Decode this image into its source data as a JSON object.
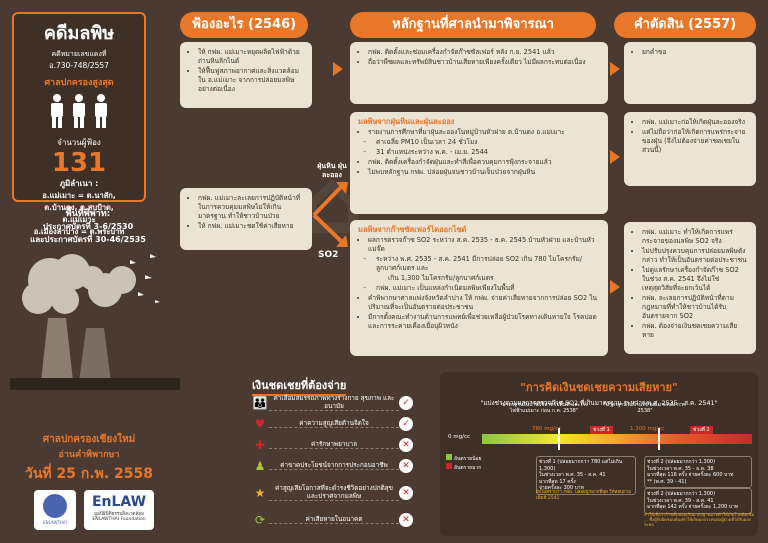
{
  "left_panel": {
    "title": "คดีมลพิษ",
    "case_no_label": "คดีหมายเลขแดงที่",
    "case_no": "อ.730-748/2557",
    "court": "ศาลปกครองสูงสุด",
    "plaintiffs_label": "จำนวนผู้ฟ้อง",
    "plaintiffs_count": "131",
    "location_label": "ภูมิลำเนา :",
    "location_lines": [
      "อ.แม่เมาะ = ต.นาสัก,",
      "ต.บ้านดง, ต.สบป้าด,",
      "ต.แม่เมาะ",
      "อ.เมืองลำปาง = ต.พระบาท"
    ],
    "area_label": "พื้นที่พิพาท:",
    "area_lines": [
      "ประกาศบัตรที่ 3-6/2530",
      "และประกาศบัตรที่ 30-46/2535"
    ],
    "lower_court": "ศาลปกครองเชียงใหม่",
    "lower_court_sub": "อ่านคำพิพากษา",
    "date": "วันที่ 25 ก.พ. 2558",
    "logo1": "ENLAWTHAI",
    "logo2": "EnLAW",
    "logo2_sub": "มูลนิธินิติธรรมสิ่งแวดล้อม",
    "logo2_en": "ENLAWTHAI Foundation"
  },
  "headers": {
    "lawsuit": "ฟ้องอะไร (2546)",
    "evidence": "หลักฐานที่ศาลนำมาพิจารณา",
    "verdict": "คำตัดสิน (2557)"
  },
  "row1": {
    "lawsuit": [
      "ให้ กฟผ. แม่เมาะหยุดผลิตไฟฟ้าด้วยถ่านหินลิกไนต์",
      "ให้ฟื้นฟูสภาพอากาศและสิ่งแวดล้อมใน อ.แม่เมาะ จากการปล่อยมลพิษอย่างต่อเนื่อง"
    ],
    "evidence": [
      "กฟผ. ติดตั้งและซ่อมเครื่องกำจัดก๊าซซัลเฟอร์ หลัง ก.ย. 2541 แล้ว",
      "ถือว่าพืชผลและทรัพย์สินชาวบ้านเสียหายเพียงครั้งเดียว ไม่มีผลกระทบต่อเนื่อง"
    ],
    "verdict": [
      "ยกคำขอ"
    ]
  },
  "row2": {
    "lawsuit": [
      "กฟผ. แม่เมาะละเลยการปฏิบัติหน้าที่ในการควบคุมมลพิษไม่ให้เกินมาตรฐาน ทำให้ชาวบ้านป่วย",
      "ให้ กฟผ. แม่เมาะชดใช้ค่าเสียหาย"
    ],
    "dust_label": "ฝุ่นหิน ฝุ่นละออง",
    "dust_title": "มลพิษจากฝุ่นหินและฝุ่นละออง",
    "dust": [
      "รายงานการศึกษาที่มาฝุ่นละอองในหมู่บ้านหัวฝาย ต.บ้านดง อ.แม่เมาะ",
      "ค่าเฉลี่ย PM10 เป็นเวลา 24 ชั่วโมง",
      "31 ตำแหน่งระหว่าง พ.ค. - เม.ย. 2544",
      "กฟผ. ติดตั้งเครื่องกำจัดฝุ่นและทำสีเพื่อควบคุมการฟุ้งกระจายแล้ว",
      "ไม่พบหลักฐาน กฟผ. ปล่อยฝุ่นจนชาวบ้านเจ็บป่วยจากฝุ่นหิน"
    ],
    "dust_verdict": [
      "กฟผ. แม่เมาะก่อให้เกิดฝุ่นละอองจริง",
      "แต่ไม่ถือว่าก่อให้เกิดการแพร่กระจายของฝุ่น (จึงไม่ต้องจ่ายค่าชดเชยในส่วนนี้)"
    ],
    "so2_label": "SO2",
    "so2_title": "มลพิษจากก๊าซซัลเฟอร์ไดออกไซด์",
    "so2": [
      "ผลการตรวจก๊าซ SO2 ระหว่าง ส.ค. 2535 - ธ.ค. 2545 บ้านหัวฝาย และบ้านหัวแม่จ๊ด",
      "ระหว่าง พ.ศ. 2535 - ส.ค. 2541 มีการปล่อย SO2 เกิน 780 ไมโครกรัม/ลูกบาศก์เมตร และ",
      "เกิน 1,300 ไมโครกรัม/ลูกบาศก์เมตร",
      "กฟผ. แม่เมาะ เป็นแหล่งกำเนิดมลพิษเพียงในพื้นที่",
      "คำพิพากษาศาลแพ่งจังหวัดลำปาง ให้ กฟผ. จ่ายค่าเสียหายจากการปล่อย SO2 ในปริมาณที่จะเป็นอันตรายต่อประชาชน",
      "มีการตั้งคณะทำงานด้านการแพทย์เพื่อช่วยเหลือผู้ป่วยโรคทางเดินหายใจ โรคปอด และการระคายเคืองเยื่อบุผิวหนัง"
    ],
    "so2_verdict": [
      "กฟผ. แม่เมาะ ทำให้เกิดการแพร่กระจายของมลพิษ SO2 จริง",
      "ไม่ปรับปรุงควบคุมการปล่อยมลพิษดังกล่าว ทำให้เป็นอันตรายต่อประชาชน",
      "ไม่ดูแลรักษาเครื่องกำจัดก๊าซ SO2 ในช่วง ส.ค. 2541 จึงไม่ใช่เหตุสุดวิสัยที่จะยกเว้นได้",
      "กฟผ. ละเลยการปฏิบัติหน้าที่ตามกฎหมายที่ทำให้ชาวบ้านได้รับอันตรายจาก SO2",
      "กฟผ. ต้องจ่ายเงินชดเชยความเสียหาย"
    ]
  },
  "compensation": {
    "title": "เงินชดเชยที่ต้องจ่าย",
    "items": [
      {
        "label": "ค่าเสื่อมสมรรถภาพทางร่างกาย สุขภาพ และอนามัย",
        "icon": "people-icon",
        "mark": "✓"
      },
      {
        "label": "ค่าความสูญเสียด้านจิตใจ",
        "icon": "heart-icon",
        "mark": "✓"
      },
      {
        "label": "ค่ารักษาพยาบาล",
        "icon": "medical-cross-icon",
        "mark": "✕"
      },
      {
        "label": "ค่าขาดประโยชน์จากการประกอบอาชีพ",
        "icon": "worker-icon",
        "mark": "✕"
      },
      {
        "label": "ค่าสูญเสียโอกาสที่จะดำรงชีวิตอย่างปกติสุขและปราศจากมลพิษ",
        "icon": "stars-icon",
        "mark": "✕"
      },
      {
        "label": "ค่าเสียหายในอนาคต",
        "icon": "refresh-icon",
        "mark": "✕"
      }
    ],
    "colors": {
      "check": "#c8282a",
      "cross": "#c8282a"
    }
  },
  "criteria": {
    "title": "\"การคิดเงินชดเชยความเสียหาย\"",
    "subtitle": "\"แบ่งช่วงตามผลการตรวจก๊าซ SO2 ที่เกินมาตรฐาน ระหว่าง พ.ศ. 2535 - ส.ค. 2541\"",
    "scale_start": "0 mg/cc",
    "note_780": "\"มาตรฐานในบ้านใช้สำหรับพื้นที่ และโรงไฟฟ้าแม่เมาะ ก่อน ก.ค. 2538\"",
    "note_1300": "\"มาตรฐานในบ้านใช้ แม่เมาะหลัง ก.ค. 2538\"",
    "mark_780": "780 mg/cc",
    "mark_1300": "1,300 mg/cc",
    "zone1": "ช่วงที่ 1",
    "zone2": "ช่วงที่ 2",
    "legend_safe": "อันตรายน้อย",
    "legend_danger": "อันตรายมาก",
    "range1": [
      "ช่วงที่ 1 (ปล่อยมากกว่า 780 แต่ไม่เกิน 1,300)",
      "ในช่วงเวลา พ.ศ. 35 - ส.ค. 41",
      "มากที่สุด 17 ครั้ง",
      "จ่ายครั้งละ 300 บาท"
    ],
    "range1_note": "ยังไม่ทราบว่า กฟผ. ปล่อยถูกมากที่สุด ให้สอบถามเพิ่มที่ 2541",
    "range2a": [
      "ช่วงที่ 2 (ปล่อยมากกว่า 1,300)",
      "ในช่วงเวลา พ.ศ. 35 - ธ.ค. 38",
      "มากที่สุด 116 ครั้ง จ่ายครั้งละ 600 บาท",
      "** (พ.ศ. 39 - 41)"
    ],
    "range2b": [
      "ช่วงที่ 2 (ปล่อยมากกว่า 1,300)",
      "ในช่วงเวลา พ.ศ. 39 - ส.ค. 41",
      "มากที่สุด 142 ครั้ง จ่ายครั้งละ 1,200 บาท"
    ],
    "range2_note": "ทำให้เชื่อว่าก๊าซที่ปล่อยเกินมาตรฐานอาจทำให้เกิดโรคติดเชื้อ ... ซึ่งผู้รับผิดชอบต้องทำให้เกิดผลกระทบต่อผู้ป่วยที่ได้รับผลกระทบ"
  }
}
